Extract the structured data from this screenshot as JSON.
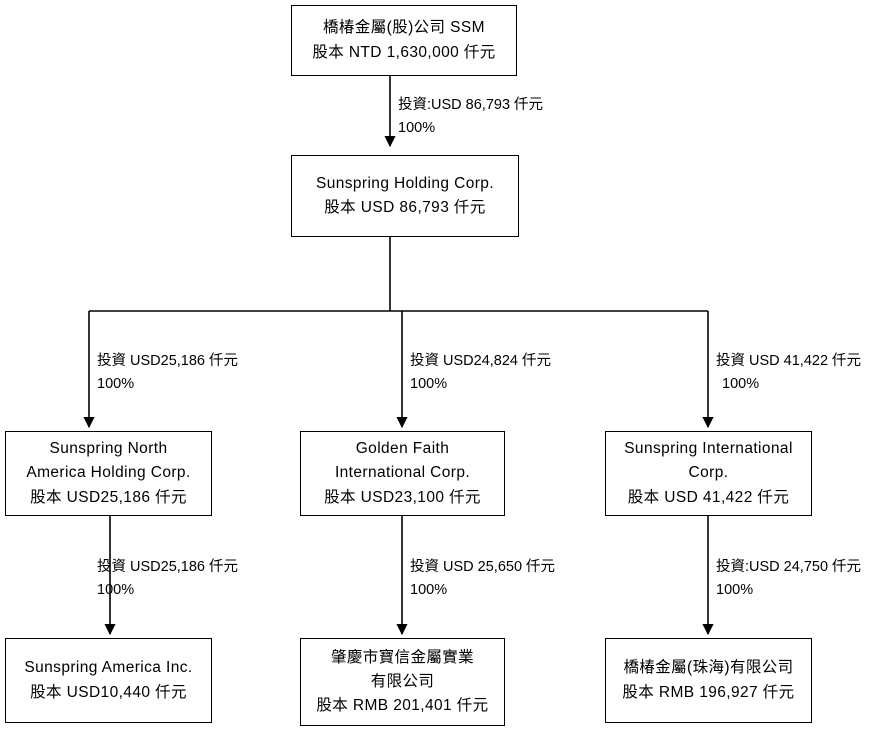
{
  "diagram": {
    "title": "Corporate shareholding structure chart",
    "type": "organization-hierarchy",
    "line_color": "#000000",
    "box_fill": "#ffffff",
    "text_color": "#000000"
  },
  "nodes": {
    "parent": {
      "name": "parent-company",
      "line1": "橋椿金屬(股)公司 SSM",
      "line2": "股本 NTD 1,630,000 仟元"
    },
    "holding": {
      "name": "sunspring-holding-corp",
      "line1": "Sunspring Holding Corp.",
      "line2": "股本 USD 86,793 仟元"
    },
    "na_holding": {
      "name": "sunspring-north-america-holding-corp",
      "line1": "Sunspring North",
      "line2": "America Holding Corp.",
      "line3": "股本 USD25,186 仟元"
    },
    "golden_faith": {
      "name": "golden-faith-international-corp",
      "line1": "Golden Faith",
      "line2": "International Corp.",
      "line3": "股本 USD23,100 仟元"
    },
    "intl": {
      "name": "sunspring-international-corp",
      "line1": "Sunspring International",
      "line2": "Corp.",
      "line3": "股本 USD 41,422 仟元"
    },
    "america_inc": {
      "name": "sunspring-america-inc",
      "line1": "Sunspring America Inc.",
      "line2": "股本 USD10,440 仟元"
    },
    "zhaoqing": {
      "name": "zhaoqing-baoxin-metal-industrial-co-ltd",
      "line1": "肇慶市寶信金屬實業",
      "line2": "有限公司",
      "line3": "股本 RMB 201,401 仟元"
    },
    "zhuhai": {
      "name": "sunspring-metal-zhuhai-co-ltd",
      "line1": "橋椿金屬(珠海)有限公司",
      "line2": "股本 RMB 196,927 仟元"
    }
  },
  "edges": {
    "parent_to_holding": {
      "name": "edge-parent-to-holding",
      "amount": "投資:USD 86,793 仟元",
      "percent": "100%"
    },
    "holding_to_na": {
      "name": "edge-holding-to-north-america",
      "amount": "投資 USD25,186 仟元",
      "percent": "100%"
    },
    "holding_to_golden": {
      "name": "edge-holding-to-golden-faith",
      "amount": "投資 USD24,824 仟元",
      "percent": "100%"
    },
    "holding_to_intl": {
      "name": "edge-holding-to-international",
      "amount": "投資 USD 41,422 仟元",
      "percent": "100%"
    },
    "na_to_america": {
      "name": "edge-north-america-to-america-inc",
      "amount": "投資 USD25,186 仟元",
      "percent": "100%"
    },
    "golden_to_zhaoqing": {
      "name": "edge-golden-faith-to-zhaoqing",
      "amount": "投資 USD 25,650 仟元",
      "percent": "100%"
    },
    "intl_to_zhuhai": {
      "name": "edge-international-to-zhuhai",
      "amount": "投資:USD 24,750 仟元",
      "percent": "100%"
    }
  }
}
